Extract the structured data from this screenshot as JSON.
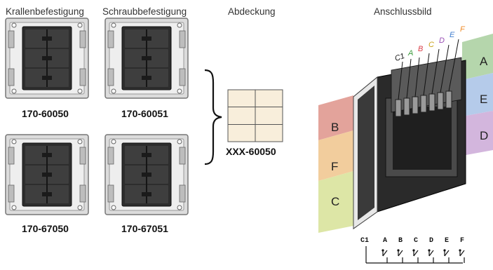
{
  "headers": {
    "col1": "Krallenbefestigung",
    "col2": "Schraubbefestigung",
    "col3": "Abdeckung",
    "col4": "Anschlussbild"
  },
  "products": [
    {
      "code": "170-60050"
    },
    {
      "code": "170-60051"
    },
    {
      "code": "170-67050"
    },
    {
      "code": "170-67051"
    }
  ],
  "cover": {
    "code": "XXX-60050"
  },
  "connector": {
    "pins": [
      "C1",
      "A",
      "B",
      "C",
      "D",
      "E",
      "F"
    ],
    "pin_colors": {
      "C1": "#111111",
      "A": "#3c9a3c",
      "B": "#d9404a",
      "C": "#c9a21a",
      "D": "#9a4fb5",
      "E": "#3f7ecf",
      "F": "#f08a24"
    },
    "side_labels_left": [
      "B",
      "F",
      "C"
    ],
    "side_labels_right": [
      "A",
      "E",
      "D"
    ],
    "band_colors": {
      "B": "#e3a39b",
      "F": "#f2cd9d",
      "C": "#dde6a6",
      "A": "#b5d6ac",
      "E": "#b5cbea",
      "D": "#d3b6dd"
    }
  },
  "schematic": {
    "labels": [
      "C1",
      "A",
      "B",
      "C",
      "D",
      "E",
      "F"
    ]
  }
}
